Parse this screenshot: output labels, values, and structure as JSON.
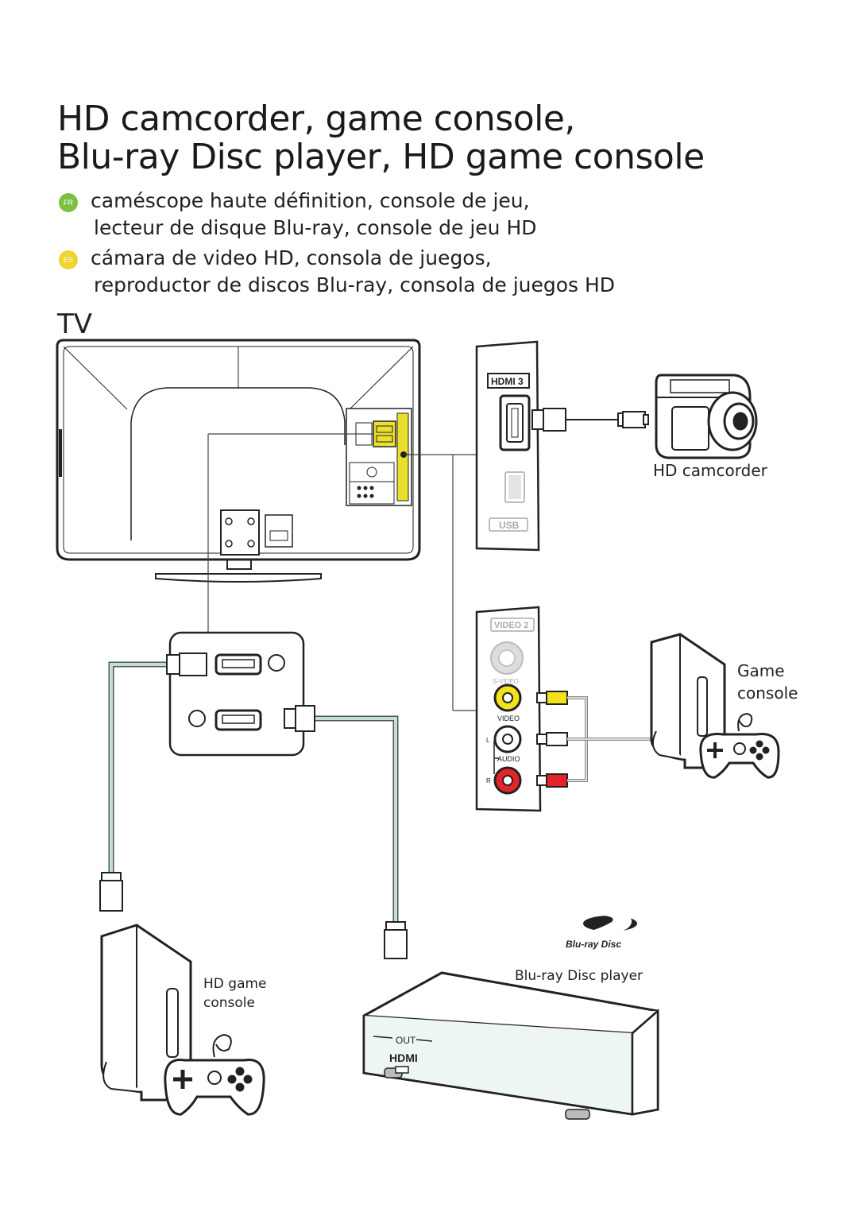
{
  "title": {
    "line1": "HD camcorder, game console,",
    "line2": "Blu-ray Disc player, HD game console"
  },
  "translations": [
    {
      "code": "FR",
      "color": "#7ac143",
      "line1": "caméscope haute définition, console de jeu,",
      "line2": "lecteur de disque Blu-ray, console de jeu HD"
    },
    {
      "code": "ES",
      "color": "#f2d22e",
      "line1": "cámara de video HD, consola de juegos,",
      "line2": "reproductor de discos Blu-ray, consola de juegos HD"
    }
  ],
  "tv_label": "TV",
  "ports": {
    "hdmi3": "HDMI 3",
    "usb": "USB",
    "video2": "VIDEO 2",
    "svideo": "S-VIDEO",
    "video": "VIDEO",
    "audio": "AUDIO",
    "left": "L",
    "right": "R"
  },
  "devices": {
    "hd_camcorder": "HD camcorder",
    "game_console_line1": "Game",
    "game_console_line2": "console",
    "hd_game_console_line1": "HD game",
    "hd_game_console_line2": "console",
    "bluray_player": "Blu-ray Disc player",
    "bluray_logo": "Blu-ray Disc",
    "out": "OUT",
    "hdmi": "HDMI"
  },
  "colors": {
    "cable_teal": "#bfe0dc",
    "yellow": "#f2e21a",
    "red": "#e5232b",
    "highlight": "#eadf2c"
  }
}
